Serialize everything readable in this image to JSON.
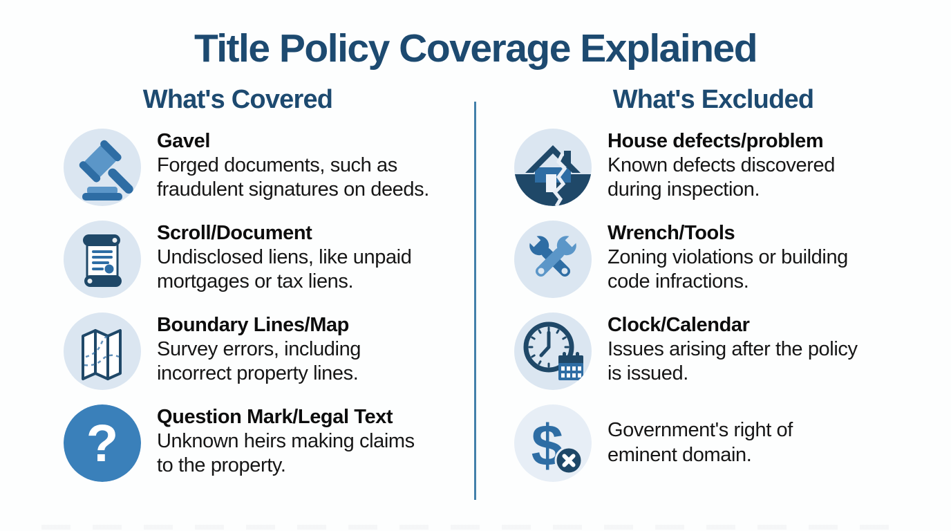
{
  "title": "Title Policy Coverage Explained",
  "columns": {
    "covered": {
      "header": "What's Covered",
      "items": [
        {
          "icon": "gavel-icon",
          "title": "Gavel",
          "desc1": "Forged documents, such as",
          "desc2": "fraudulent signatures on deeds."
        },
        {
          "icon": "scroll-document-icon",
          "title": "Scroll/Document",
          "desc1": "Undisclosed liens, like unpaid",
          "desc2": "mortgages or tax liens."
        },
        {
          "icon": "boundary-map-icon",
          "title": "Boundary Lines/Map",
          "desc1": "Survey errors, including",
          "desc2": "incorrect property lines."
        },
        {
          "icon": "question-mark-icon",
          "title": "Question Mark/Legal Text",
          "desc1": "Unknown heirs making claims",
          "desc2": "to the property."
        }
      ]
    },
    "excluded": {
      "header": "What's Excluded",
      "items": [
        {
          "icon": "house-crack-icon",
          "title": "House defects/problem",
          "desc1": "Known defects discovered",
          "desc2": "during inspection."
        },
        {
          "icon": "wrench-tools-icon",
          "title": "Wrench/Tools",
          "desc1": "Zoning violations or building",
          "desc2": "code infractions."
        },
        {
          "icon": "clock-calendar-icon",
          "title": "Clock/Calendar",
          "desc1": "Issues arising after the policy",
          "desc2": "is issued."
        },
        {
          "icon": "dollar-restriction-icon",
          "title": "",
          "desc1": "Government's right of",
          "desc2": "eminent domain."
        }
      ]
    }
  },
  "colors": {
    "heading": "#1d4a70",
    "divider": "#4380aa",
    "icon_dark": "#1f4868",
    "icon_mid": "#2e6da4",
    "icon_light": "#5b96c8",
    "icon_bg": "#dbe6f1",
    "icon_bg_lighter": "#e7eef6",
    "accent": "#3a80ba",
    "text_title": "#0d0d0d",
    "text_body": "#161616"
  }
}
